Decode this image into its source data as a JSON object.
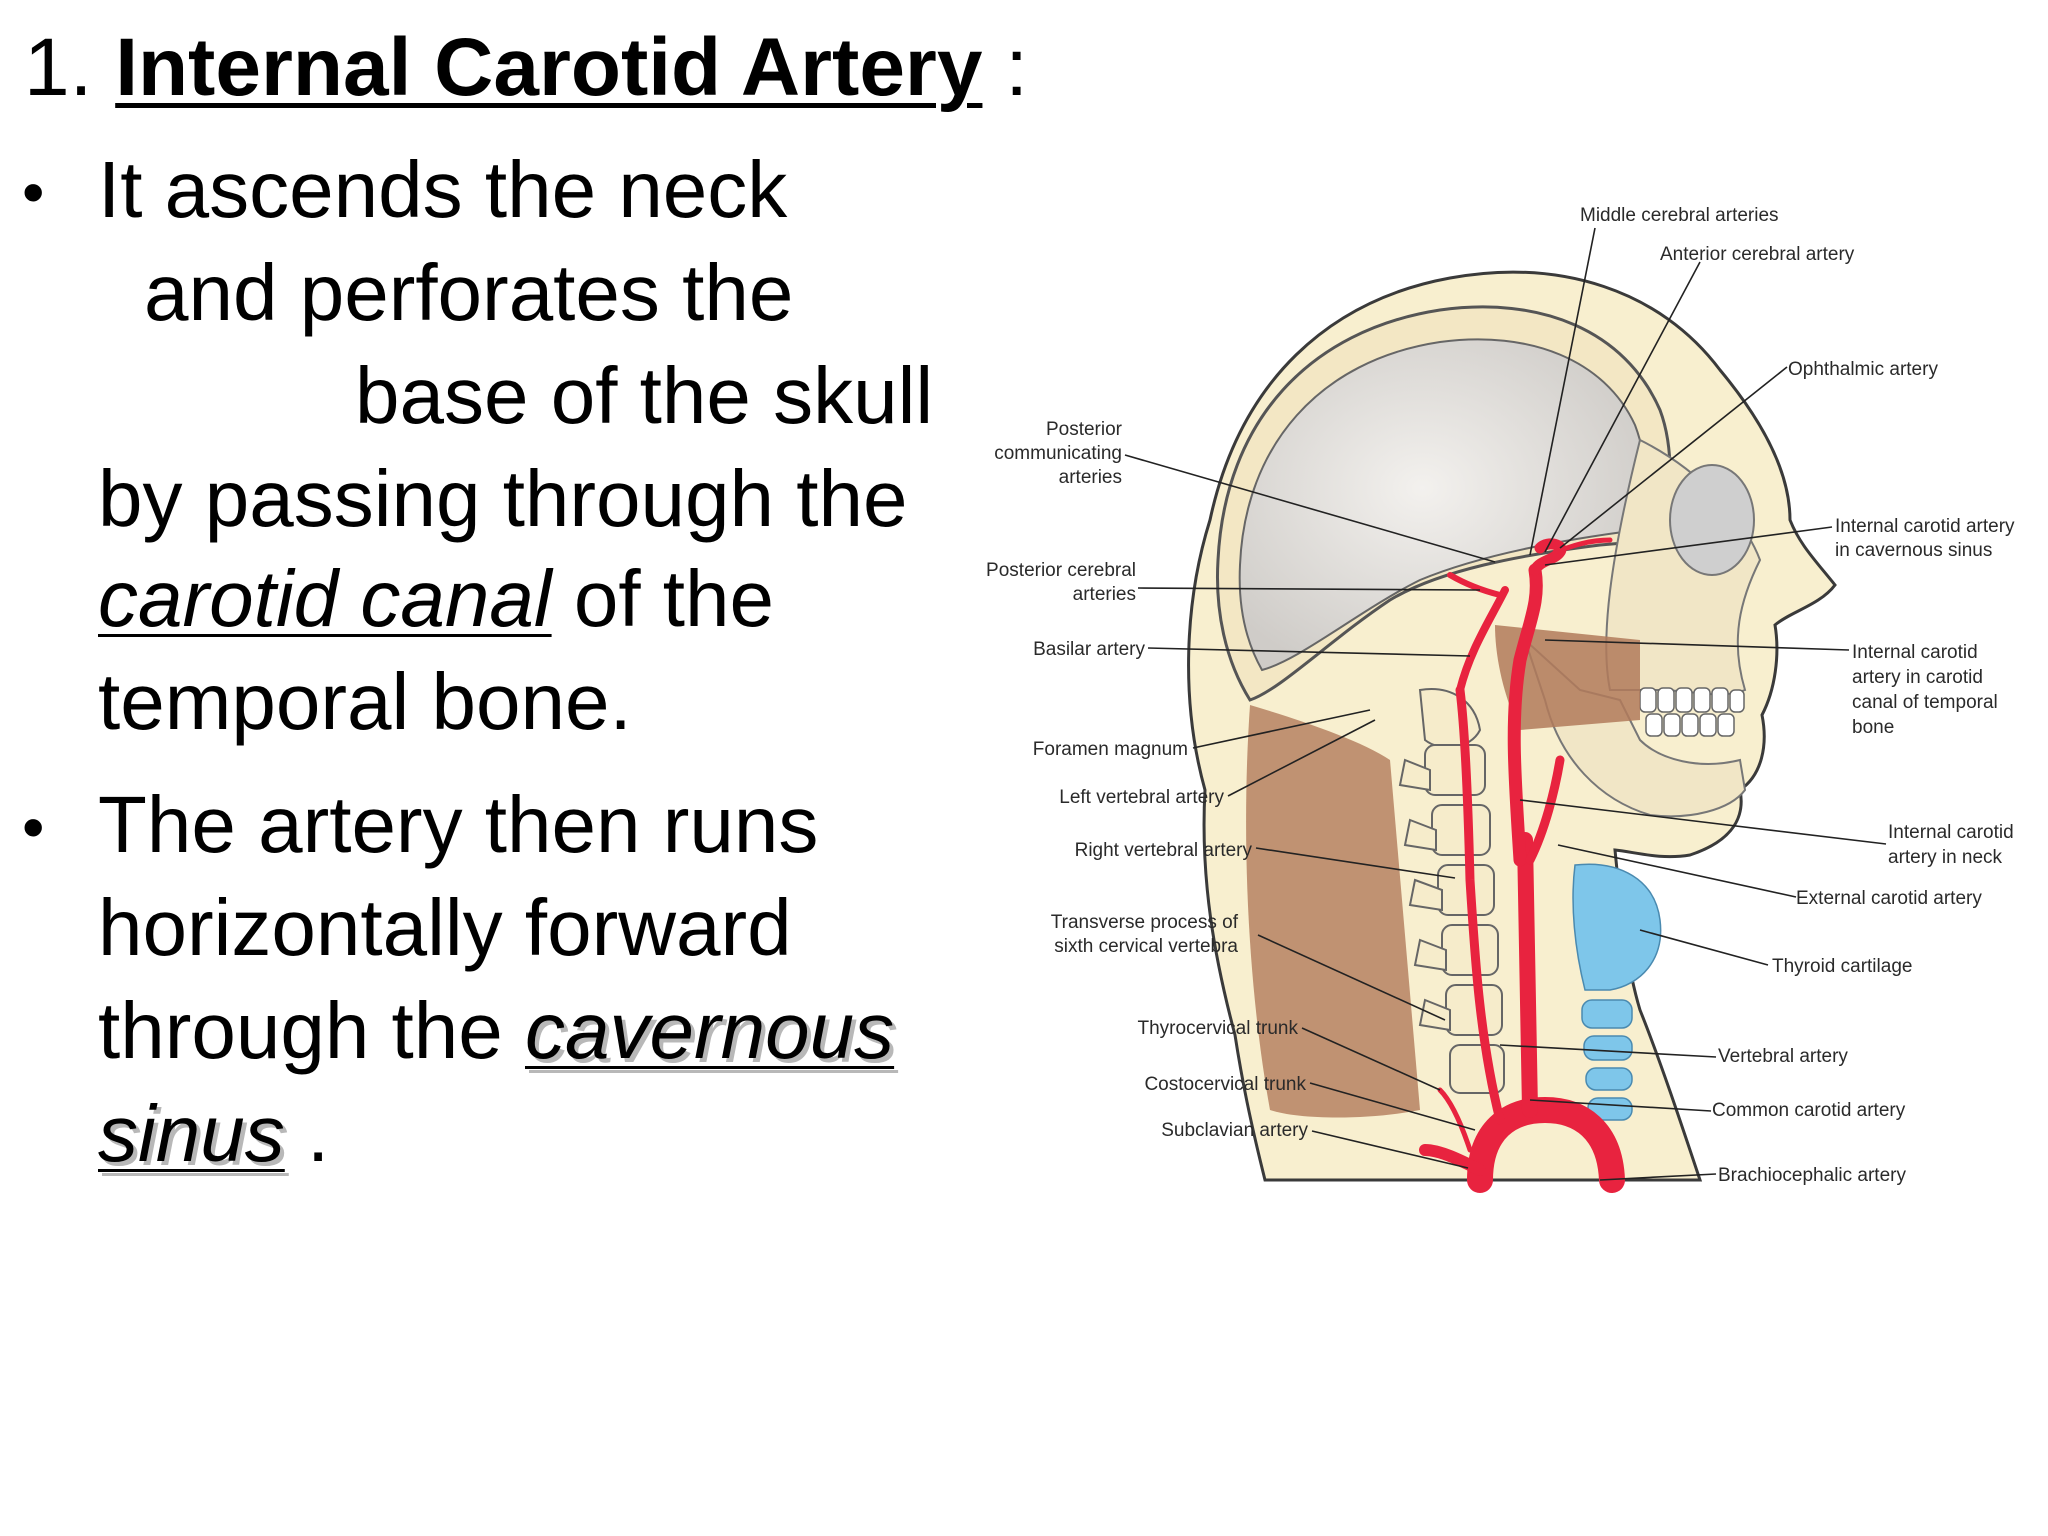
{
  "slide": {
    "title_prefix": "1.",
    "title_main": "Internal Carotid Artery",
    "title_suffix": ":",
    "bullet_glyph": "•",
    "bullet1": {
      "l1": "It ascends the neck",
      "l2": "and perforates the",
      "l3": "base of the skull",
      "l4": "by passing through the",
      "l5_em": "carotid canal",
      "l5_rest": "of the",
      "l6": "temporal bone."
    },
    "bullet2": {
      "l1": "The artery then runs",
      "l2": "horizontally forward",
      "l3_pre": "through the",
      "l3_em": "cavernous",
      "l4_em": "sinus",
      "l4_rest": "."
    }
  },
  "figure": {
    "colors": {
      "artery": "#e8233f",
      "skin": "#f8efcf",
      "bone": "#f6eccb",
      "muscle": "#b27a5a",
      "brain": "#d9d6d2",
      "cartilage": "#7ec6ea"
    },
    "labels_left": [
      {
        "key": "pcomm",
        "lines": [
          "Posterior",
          "communicating",
          "arteries"
        ]
      },
      {
        "key": "pca",
        "lines": [
          "Posterior cerebral",
          "arteries"
        ]
      },
      {
        "key": "basilar",
        "lines": [
          "Basilar artery"
        ]
      },
      {
        "key": "foramen",
        "lines": [
          "Foramen magnum"
        ]
      },
      {
        "key": "lva",
        "lines": [
          "Left vertebral artery"
        ]
      },
      {
        "key": "rva",
        "lines": [
          "Right vertebral artery"
        ]
      },
      {
        "key": "tp",
        "lines": [
          "Transverse process of",
          "sixth cervical vertebra"
        ]
      },
      {
        "key": "thyro",
        "lines": [
          "Thyrocervical trunk"
        ]
      },
      {
        "key": "costo",
        "lines": [
          "Costocervical trunk"
        ]
      },
      {
        "key": "subcl",
        "lines": [
          "Subclavian artery"
        ]
      }
    ],
    "labels_right": [
      {
        "key": "mca",
        "lines": [
          "Middle cerebral arteries"
        ]
      },
      {
        "key": "aca",
        "lines": [
          "Anterior cerebral artery"
        ]
      },
      {
        "key": "ophth",
        "lines": [
          "Ophthalmic artery"
        ]
      },
      {
        "key": "ica_cav",
        "lines": [
          "Internal carotid artery",
          "in cavernous sinus"
        ]
      },
      {
        "key": "ica_canal",
        "lines": [
          "Internal carotid",
          "artery in carotid",
          "canal of temporal",
          "bone"
        ]
      },
      {
        "key": "ica_neck",
        "lines": [
          "Internal carotid",
          "artery in neck"
        ]
      },
      {
        "key": "eca",
        "lines": [
          "External carotid artery"
        ]
      },
      {
        "key": "thyroid",
        "lines": [
          "Thyroid cartilage"
        ]
      },
      {
        "key": "vert",
        "lines": [
          "Vertebral artery"
        ]
      },
      {
        "key": "cca",
        "lines": [
          "Common carotid artery"
        ]
      },
      {
        "key": "brachio",
        "lines": [
          "Brachiocephalic artery"
        ]
      }
    ]
  }
}
